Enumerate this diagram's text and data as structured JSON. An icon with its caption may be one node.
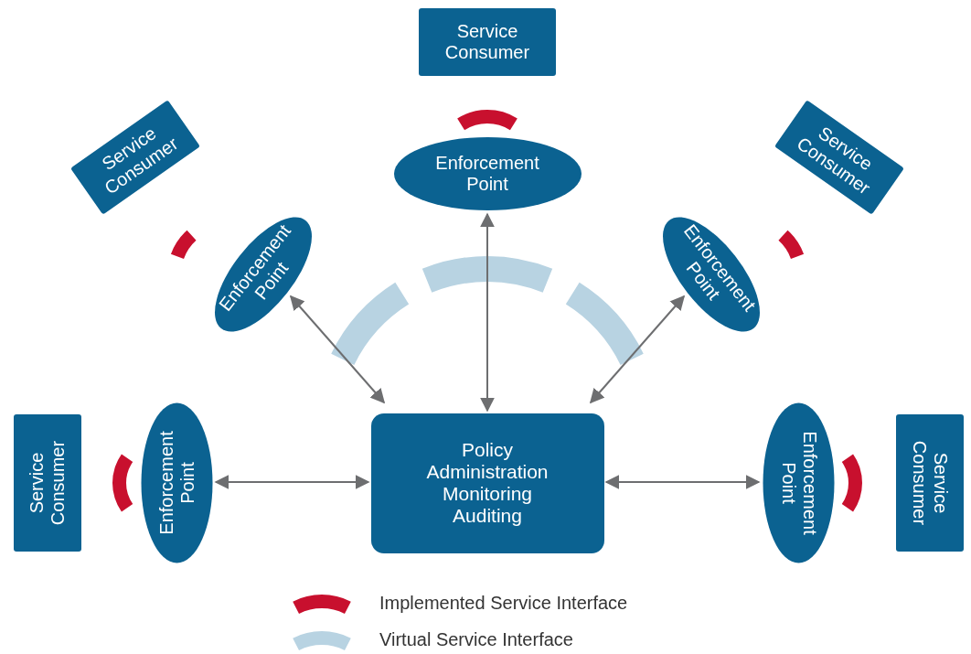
{
  "diagram": {
    "nodes": [
      {
        "text": [
          "Service Consumer"
        ]
      },
      {
        "text": [
          "Enforcement Point"
        ]
      },
      {
        "text": [
          "Service Consumer"
        ]
      },
      {
        "text": [
          "Service Consumer"
        ]
      },
      {
        "text": [
          "Enforcement Point"
        ]
      },
      {
        "text": [
          "Enforcement Point"
        ]
      },
      {
        "text": [
          "Service Consumer"
        ]
      },
      {
        "text": [
          "Enforcement Point"
        ]
      },
      {
        "text": [
          "Policy Administration Monitoring Auditing"
        ]
      },
      {
        "text": [
          "Enforcement Point"
        ]
      },
      {
        "text": [
          "Service Consumer"
        ]
      }
    ],
    "edges": [
      {
        "from": 7,
        "to": 8,
        "arrow": "both"
      },
      {
        "from": 4,
        "to": 8,
        "arrow": "both"
      },
      {
        "from": 1,
        "to": 8,
        "arrow": "both"
      },
      {
        "from": 5,
        "to": 8,
        "arrow": "both"
      },
      {
        "from": 8,
        "to": 9,
        "arrow": "both"
      }
    ],
    "legend": [
      {
        "text": "Implemented Service Interface",
        "color": "#c8102e"
      },
      {
        "text": "Virtual Service Interface",
        "color": "#b8d3e2"
      }
    ]
  }
}
